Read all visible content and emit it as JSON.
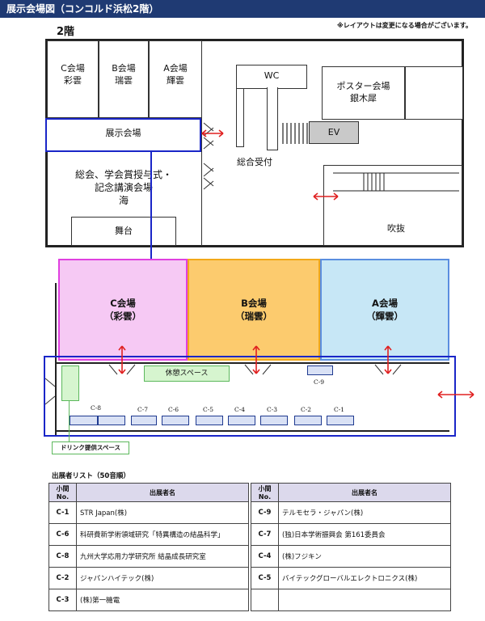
{
  "header": {
    "title": "展示会場図（コンコルド浜松2階）"
  },
  "note": "※レイアウトは変更になる場合がございます。",
  "floor_label": "2階",
  "floorplan": {
    "rooms": {
      "c": "C会場\n彩雲",
      "b": "B会場\n瑞雲",
      "a": "A会場\n輝雲",
      "wc": "WC",
      "poster": "ポスター会場\n銀木犀",
      "exhibit": "展示会場",
      "ev": "EV",
      "reception": "総合受付",
      "main": "総会、学会賞授与式・\n記念講演会場\n海",
      "stage": "舞台",
      "atrium": "吹抜"
    }
  },
  "detail": {
    "halls": {
      "c": "C会場\n（彩雲）",
      "b": "B会場\n（瑞雲）",
      "a": "A会場\n（輝雲）"
    },
    "rest_space": "休憩スペース",
    "drink_space": "ドリンク提供スペース",
    "booths": [
      "C-1",
      "C-2",
      "C-3",
      "C-4",
      "C-5",
      "C-6",
      "C-7",
      "C-8",
      "C-9"
    ],
    "colors": {
      "hall_c": "#f6c9f4",
      "hall_b": "#fccb6e",
      "hall_a": "#c7e7f6",
      "blue": "#1a26c8",
      "red": "#e02020"
    }
  },
  "exhibitors": {
    "title": "出展者リスト（50音順）",
    "col_id": "小間No.",
    "col_name": "出展者名",
    "left": [
      {
        "id": "C-1",
        "name": "STR Japan(株)"
      },
      {
        "id": "C-6",
        "name": "科研費新学術領域研究「特異構造の結晶科学」"
      },
      {
        "id": "C-8",
        "name": "九州大学応用力学研究所 結晶成長研究室"
      },
      {
        "id": "C-2",
        "name": "ジャパンハイテック(株)"
      },
      {
        "id": "C-3",
        "name": "(株)第一機電"
      }
    ],
    "right": [
      {
        "id": "C-9",
        "name": "テルモセラ・ジャパン(株)"
      },
      {
        "id": "C-7",
        "name": "(独)日本学術振興会 第161委員会"
      },
      {
        "id": "C-4",
        "name": "(株)フジキン"
      },
      {
        "id": "C-5",
        "name": "バイテックグローバルエレクトロニクス(株)"
      },
      {
        "id": "",
        "name": ""
      }
    ]
  }
}
